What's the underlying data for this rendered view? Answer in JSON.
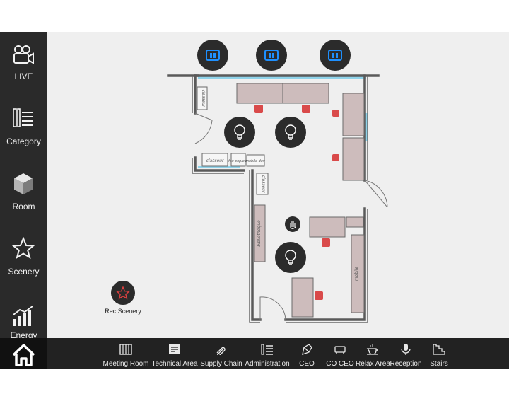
{
  "sidebar": {
    "items": [
      {
        "label": "LIVE",
        "icon": "video-camera-icon"
      },
      {
        "label": "Category",
        "icon": "category-icon"
      },
      {
        "label": "Room",
        "icon": "room-cube-icon"
      },
      {
        "label": "Scenery",
        "icon": "star-icon"
      },
      {
        "label": "Energy",
        "icon": "energy-chart-icon"
      }
    ]
  },
  "floorplan": {
    "labels": {
      "classeur_1": "classeur",
      "classeur_2": "classeur",
      "fax_copieur": "fax copieur",
      "mobile_dev": "mobile dev",
      "classeur_3": "classeur",
      "bibliotheque": "bibliothèque",
      "mobile": "mobile"
    },
    "controls": [
      {
        "name": "blind-control-1",
        "icon": "blind-icon",
        "state": "active"
      },
      {
        "name": "blind-control-2",
        "icon": "blind-icon",
        "state": "active"
      },
      {
        "name": "blind-control-3",
        "icon": "blind-icon",
        "state": "active"
      },
      {
        "name": "light-control-1",
        "icon": "light-bulb-icon"
      },
      {
        "name": "light-control-2",
        "icon": "light-bulb-icon"
      },
      {
        "name": "light-control-3",
        "icon": "light-bulb-icon"
      },
      {
        "name": "touch-control",
        "icon": "hand-touch-icon"
      }
    ],
    "rec_scenery": {
      "label": "Rec Scenery",
      "icon": "star-icon"
    }
  },
  "bottom_bar": {
    "home_icon": "home-icon",
    "categories": [
      {
        "label": "Meeting Room",
        "icon": "meeting-room-icon"
      },
      {
        "label": "Technical Area",
        "icon": "technical-area-icon"
      },
      {
        "label": "Supply Chain",
        "icon": "supply-chain-icon"
      },
      {
        "label": "Administration",
        "icon": "administration-icon"
      },
      {
        "label": "CEO",
        "icon": "ceo-icon"
      },
      {
        "label": "CO CEO",
        "icon": "co-ceo-icon"
      },
      {
        "label": "Relax Area",
        "icon": "relax-area-icon"
      },
      {
        "label": "Reception",
        "icon": "reception-icon"
      },
      {
        "label": "Stairs",
        "icon": "stairs-icon"
      }
    ]
  },
  "colors": {
    "sidebar_bg": "#2a2a2a",
    "bottom_bar_bg": "#222222",
    "home_bg": "#111111",
    "plan_bg": "#efefef",
    "active_blind": "#1e90ff",
    "chair": "#d94a4a",
    "window": "#8fd3ea",
    "wall": "#5a5a5a",
    "desk": "#cdbcbc"
  }
}
